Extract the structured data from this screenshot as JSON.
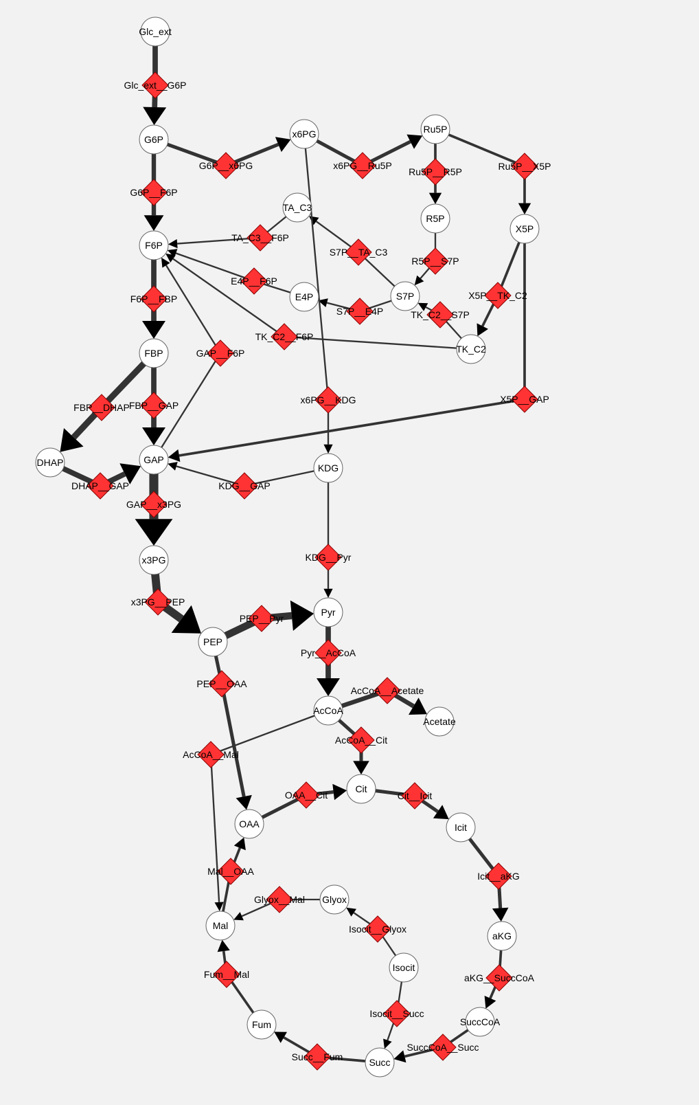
{
  "colors": {
    "background": "#f2f2f2",
    "edge": "#333333",
    "metabolite_fill": "#ffffff",
    "metabolite_stroke": "#666666",
    "reaction_fill": "#ff3333",
    "reaction_stroke": "#8b0000"
  },
  "metabolites": [
    {
      "id": "Glc_ext",
      "label": "Glc_ext"
    },
    {
      "id": "G6P",
      "label": "G6P"
    },
    {
      "id": "x6PG",
      "label": "x6PG"
    },
    {
      "id": "Ru5P",
      "label": "Ru5P"
    },
    {
      "id": "R5P",
      "label": "R5P"
    },
    {
      "id": "X5P",
      "label": "X5P"
    },
    {
      "id": "TA_C3",
      "label": "TA_C3"
    },
    {
      "id": "F6P",
      "label": "F6P"
    },
    {
      "id": "E4P",
      "label": "E4P"
    },
    {
      "id": "S7P",
      "label": "S7P"
    },
    {
      "id": "TK_C2",
      "label": "TK_C2"
    },
    {
      "id": "FBP",
      "label": "FBP"
    },
    {
      "id": "DHAP",
      "label": "DHAP"
    },
    {
      "id": "GAP",
      "label": "GAP"
    },
    {
      "id": "KDG",
      "label": "KDG"
    },
    {
      "id": "x3PG",
      "label": "x3PG"
    },
    {
      "id": "Pyr",
      "label": "Pyr"
    },
    {
      "id": "PEP",
      "label": "PEP"
    },
    {
      "id": "AcCoA",
      "label": "AcCoA"
    },
    {
      "id": "Acetate",
      "label": "Acetate"
    },
    {
      "id": "Cit",
      "label": "Cit"
    },
    {
      "id": "OAA",
      "label": "OAA"
    },
    {
      "id": "Icit",
      "label": "Icit"
    },
    {
      "id": "Glyox",
      "label": "Glyox"
    },
    {
      "id": "Mal",
      "label": "Mal"
    },
    {
      "id": "aKG",
      "label": "aKG"
    },
    {
      "id": "Isocit",
      "label": "Isocit"
    },
    {
      "id": "SuccCoA",
      "label": "SuccCoA"
    },
    {
      "id": "Fum",
      "label": "Fum"
    },
    {
      "id": "Succ",
      "label": "Succ"
    }
  ],
  "reactions": [
    {
      "id": "Glc_ext__G6P",
      "label": "Glc_ext__G6P",
      "from": "Glc_ext",
      "to": "G6P",
      "flux": 5
    },
    {
      "id": "G6P__x6PG",
      "label": "G6P__x6PG",
      "from": "G6P",
      "to": "x6PG",
      "flux": 3
    },
    {
      "id": "x6PG__Ru5P",
      "label": "x6PG__Ru5P",
      "from": "x6PG",
      "to": "Ru5P",
      "flux": 3
    },
    {
      "id": "Ru5P__R5P",
      "label": "Ru5P__R5P",
      "from": "Ru5P",
      "to": "R5P",
      "flux": 2
    },
    {
      "id": "Ru5P__X5P",
      "label": "Ru5P__X5P",
      "from": "Ru5P",
      "to": "X5P",
      "flux": 2
    },
    {
      "id": "G6P__F6P",
      "label": "G6P__F6P",
      "from": "G6P",
      "to": "F6P",
      "flux": 4
    },
    {
      "id": "TA_C3__F6P",
      "label": "TA_C3__F6P",
      "from": "TA_C3",
      "to": "F6P",
      "flux": 1
    },
    {
      "id": "S7P__TA_C3",
      "label": "S7P__TA_C3",
      "from": "S7P",
      "to": "TA_C3",
      "flux": 1
    },
    {
      "id": "R5P__S7P",
      "label": "R5P__S7P",
      "from": "R5P",
      "to": "S7P",
      "flux": 1
    },
    {
      "id": "E4P__F6P",
      "label": "E4P__F6P",
      "from": "E4P",
      "to": "F6P",
      "flux": 1
    },
    {
      "id": "S7P__E4P",
      "label": "S7P__E4P",
      "from": "S7P",
      "to": "E4P",
      "flux": 1
    },
    {
      "id": "X5P__TK_C2",
      "label": "X5P__TK_C2",
      "from": "X5P",
      "to": "TK_C2",
      "flux": 2
    },
    {
      "id": "TK_C2__S7P",
      "label": "TK_C2__S7P",
      "from": "TK_C2",
      "to": "S7P",
      "flux": 1
    },
    {
      "id": "TK_C2__F6P",
      "label": "TK_C2__F6P",
      "from": "TK_C2",
      "to": "F6P",
      "flux": 1
    },
    {
      "id": "F6P__FBP",
      "label": "F6P__FBP",
      "from": "F6P",
      "to": "FBP",
      "flux": 5
    },
    {
      "id": "GAP__F6P",
      "label": "GAP__F6P",
      "from": "GAP",
      "to": "F6P",
      "flux": 1
    },
    {
      "id": "FBP__DHAP",
      "label": "FBP__DHAP",
      "from": "FBP",
      "to": "DHAP",
      "flux": 6
    },
    {
      "id": "FBP__GAP",
      "label": "FBP__GAP",
      "from": "FBP",
      "to": "GAP",
      "flux": 5
    },
    {
      "id": "x6PG__KDG",
      "label": "x6PG__KDG",
      "from": "x6PG",
      "to": "KDG",
      "flux": 1
    },
    {
      "id": "X5P__GAP",
      "label": "X5P__GAP",
      "from": "X5P",
      "to": "GAP",
      "flux": 2
    },
    {
      "id": "DHAP__GAP",
      "label": "DHAP__GAP",
      "from": "DHAP",
      "to": "GAP",
      "flux": 5
    },
    {
      "id": "KDG__GAP",
      "label": "KDG__GAP",
      "from": "KDG",
      "to": "GAP",
      "flux": 1
    },
    {
      "id": "GAP__x3PG",
      "label": "GAP__x3PG",
      "from": "GAP",
      "to": "x3PG",
      "flux": 9
    },
    {
      "id": "KDG__Pyr",
      "label": "KDG__Pyr",
      "from": "KDG",
      "to": "Pyr",
      "flux": 1
    },
    {
      "id": "x3PG__PEP",
      "label": "x3PG__PEP",
      "from": "x3PG",
      "to": "PEP",
      "flux": 8
    },
    {
      "id": "PEP__Pyr",
      "label": "PEP__Pyr",
      "from": "PEP",
      "to": "Pyr",
      "flux": 7
    },
    {
      "id": "Pyr__AcCoA",
      "label": "Pyr__AcCoA",
      "from": "Pyr",
      "to": "AcCoA",
      "flux": 5
    },
    {
      "id": "PEP__OAA",
      "label": "PEP__OAA",
      "from": "PEP",
      "to": "OAA",
      "flux": 3
    },
    {
      "id": "AcCoA__Acetate",
      "label": "AcCoA__Acetate",
      "from": "AcCoA",
      "to": "Acetate",
      "flux": 4
    },
    {
      "id": "AcCoA__Cit",
      "label": "AcCoA__Cit",
      "from": "AcCoA",
      "to": "Cit",
      "flux": 3
    },
    {
      "id": "AcCoA__Mal",
      "label": "AcCoA__Mal",
      "from": "AcCoA",
      "to": "Mal",
      "flux": 1
    },
    {
      "id": "OAA__Cit",
      "label": "OAA__Cit",
      "from": "OAA",
      "to": "Cit",
      "flux": 3
    },
    {
      "id": "Cit__Icit",
      "label": "Cit__Icit",
      "from": "Cit",
      "to": "Icit",
      "flux": 3
    },
    {
      "id": "Icit__aKG",
      "label": "Icit__aKG",
      "from": "Icit",
      "to": "aKG",
      "flux": 3
    },
    {
      "id": "Mal__OAA",
      "label": "Mal__OAA",
      "from": "Mal",
      "to": "OAA",
      "flux": 2
    },
    {
      "id": "Glyox__Mal",
      "label": "Glyox__Mal",
      "from": "Glyox",
      "to": "Mal",
      "flux": 1
    },
    {
      "id": "Isocit__Glyox",
      "label": "Isocit__Glyox",
      "from": "Isocit",
      "to": "Glyox",
      "flux": 1
    },
    {
      "id": "aKG__SuccCoA",
      "label": "aKG__SuccCoA",
      "from": "aKG",
      "to": "SuccCoA",
      "flux": 2
    },
    {
      "id": "Fum__Mal",
      "label": "Fum__Mal",
      "from": "Fum",
      "to": "Mal",
      "flux": 2
    },
    {
      "id": "Isocit__Succ",
      "label": "Isocit__Succ",
      "from": "Isocit",
      "to": "Succ",
      "flux": 1
    },
    {
      "id": "SuccCoA__Succ",
      "label": "SuccCoA__Succ",
      "from": "SuccCoA",
      "to": "Succ",
      "flux": 2
    },
    {
      "id": "Succ__Fum",
      "label": "Succ__Fum",
      "from": "Succ",
      "to": "Fum",
      "flux": 2
    }
  ]
}
